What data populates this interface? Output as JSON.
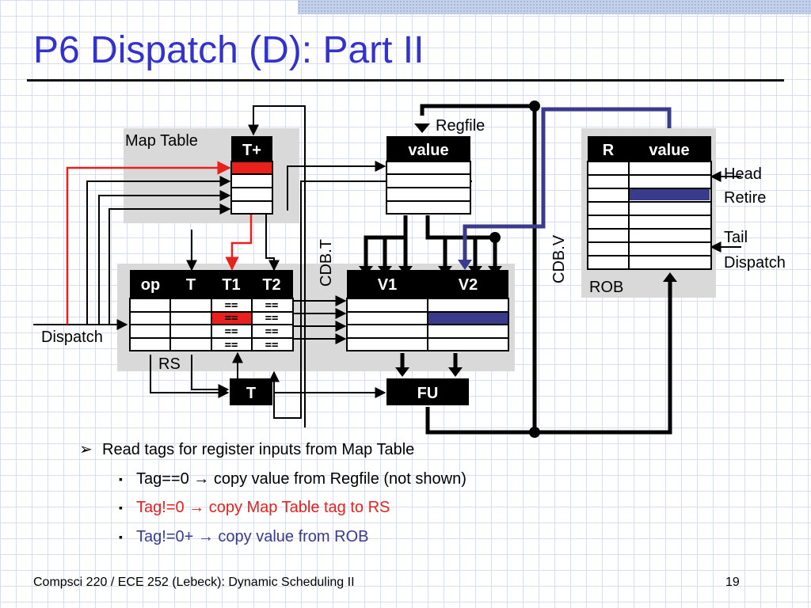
{
  "slide": {
    "title": "P6 Dispatch (D): Part II",
    "footer": "Compsci 220 / ECE 252 (Lebeck): Dynamic Scheduling II",
    "page_number": "19"
  },
  "diagram": {
    "map_table_label": "Map Table",
    "map_table_header": "T+",
    "regfile_label": "Regfile",
    "regfile_header": "value",
    "rob_header_r": "R",
    "rob_header_value": "value",
    "rob_label": "ROB",
    "head_label": "Head",
    "retire_label": "Retire",
    "tail_label": "Tail",
    "dispatch_right_label": "Dispatch",
    "cdb_t_label": "CDB.T",
    "cdb_v_label": "CDB.V",
    "rs_headers": [
      "op",
      "T",
      "T1",
      "T2"
    ],
    "rs_eq_mark": "==",
    "rs_label": "RS",
    "dispatch_left_label": "Dispatch",
    "values_headers": [
      "V1",
      "V2"
    ],
    "t_box_label": "T",
    "fu_label": "FU"
  },
  "colors": {
    "title": "#3333cc",
    "red": "#e8211c",
    "blue": "#3b3b8c"
  },
  "bullets": [
    {
      "level": 1,
      "marker": "➢",
      "text": "Read tags for register inputs from Map Table",
      "color": "#000000"
    },
    {
      "level": 2,
      "marker": "▪",
      "text": "Tag==0 → copy value from Regfile (not shown)",
      "color": "#000000"
    },
    {
      "level": 2,
      "marker": "▪",
      "text": "Tag!=0 → copy Map Table tag to RS",
      "color": "#e8211c"
    },
    {
      "level": 2,
      "marker": "▪",
      "text": "Tag!=0+ → copy value from ROB",
      "color": "#3b3b8c"
    }
  ]
}
